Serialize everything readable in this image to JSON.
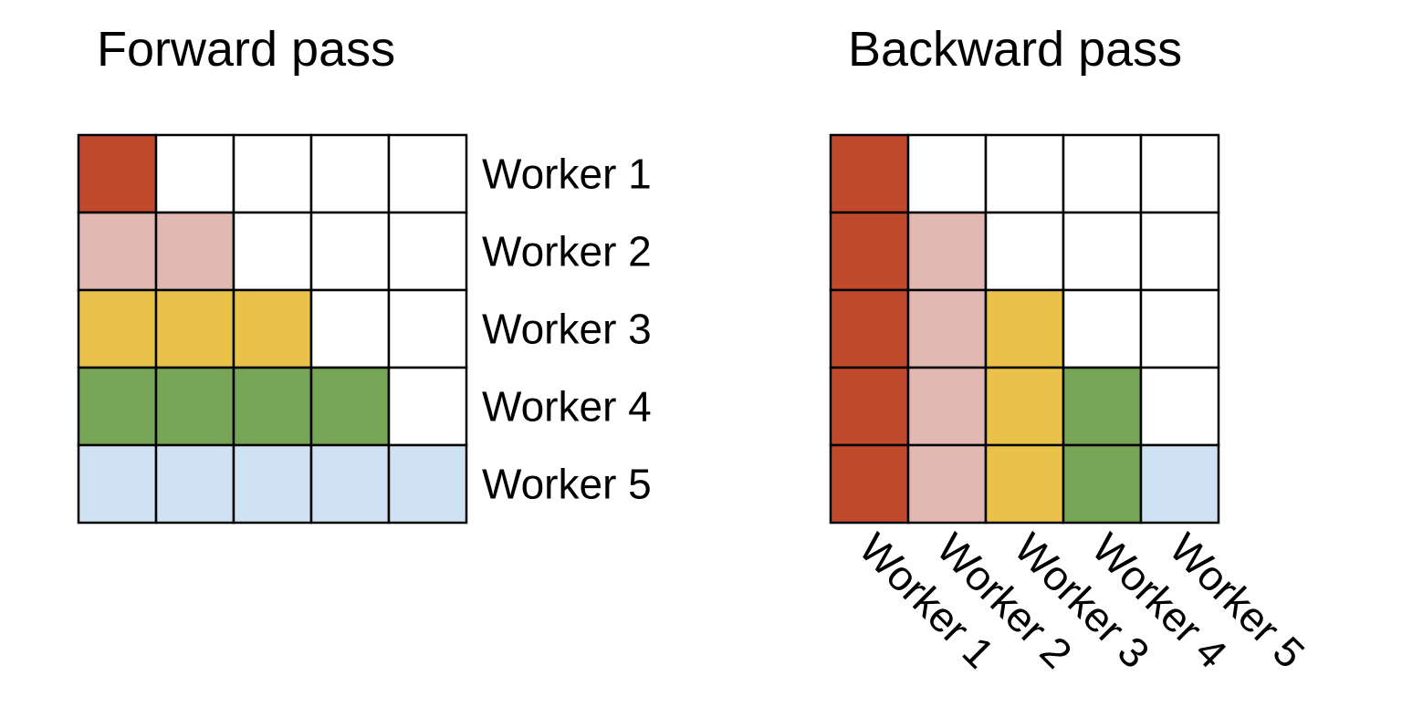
{
  "titles": {
    "forward": "Forward pass",
    "backward": "Backward pass"
  },
  "workers": [
    "Worker 1",
    "Worker 2",
    "Worker 3",
    "Worker 4",
    "Worker 5"
  ],
  "colors": {
    "empty": "#ffffff",
    "worker_1": "#c04a2b",
    "worker_2": "#e1b9b2",
    "worker_3": "#eac24a",
    "worker_4": "#76a655",
    "worker_5": "#cfe2f3",
    "stroke": "#000000"
  },
  "forward_grid": [
    [
      1,
      0,
      0,
      0,
      0
    ],
    [
      2,
      2,
      0,
      0,
      0
    ],
    [
      3,
      3,
      3,
      0,
      0
    ],
    [
      4,
      4,
      4,
      4,
      0
    ],
    [
      5,
      5,
      5,
      5,
      5
    ]
  ],
  "backward_grid": [
    [
      1,
      0,
      0,
      0,
      0
    ],
    [
      1,
      2,
      0,
      0,
      0
    ],
    [
      1,
      2,
      3,
      0,
      0
    ],
    [
      1,
      2,
      3,
      4,
      0
    ],
    [
      1,
      2,
      3,
      4,
      5
    ]
  ]
}
